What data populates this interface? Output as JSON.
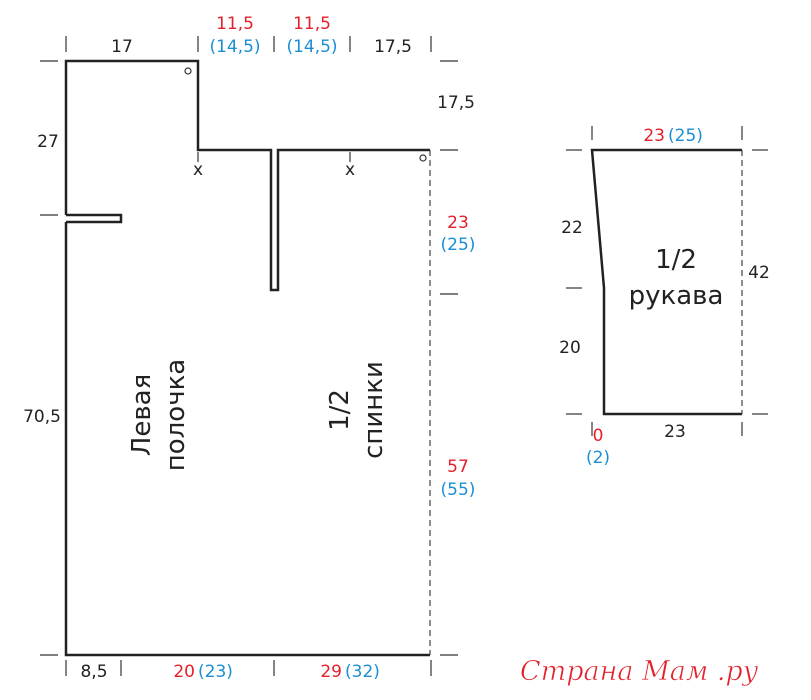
{
  "colors": {
    "main_size": "#e3202b",
    "alt_size": "#1a8fd6",
    "lines": "#222222"
  },
  "front_back": {
    "front_label_line1": "Левая",
    "front_label_line2": "полочка",
    "back_label_line1": "1/2",
    "back_label_line2": "спинки",
    "top": {
      "shoulder": "17",
      "neck1_main": "11,5",
      "neck1_alt": "(14,5)",
      "neck2_main": "11,5",
      "neck2_alt": "(14,5)",
      "right": "17,5"
    },
    "left": {
      "upper": "27",
      "lower": "70,5"
    },
    "right": {
      "shoulder_drop": "17,5",
      "armhole_main": "23",
      "armhole_alt": "(25)",
      "side_main": "57",
      "side_alt": "(55)"
    },
    "bottom": {
      "left": "8,5",
      "mid_main": "20",
      "mid_alt": "(23)",
      "right_main": "29",
      "right_alt": "(32)"
    }
  },
  "sleeve": {
    "label_line1": "1/2",
    "label_line2": "рукава",
    "top_main": "23",
    "top_alt": "(25)",
    "left_upper": "22",
    "left_lower": "20",
    "right": "42",
    "bottom": "23",
    "bottom_offset_main": "0",
    "bottom_offset_alt": "(2)"
  },
  "watermark": "Страна Мам .ру"
}
